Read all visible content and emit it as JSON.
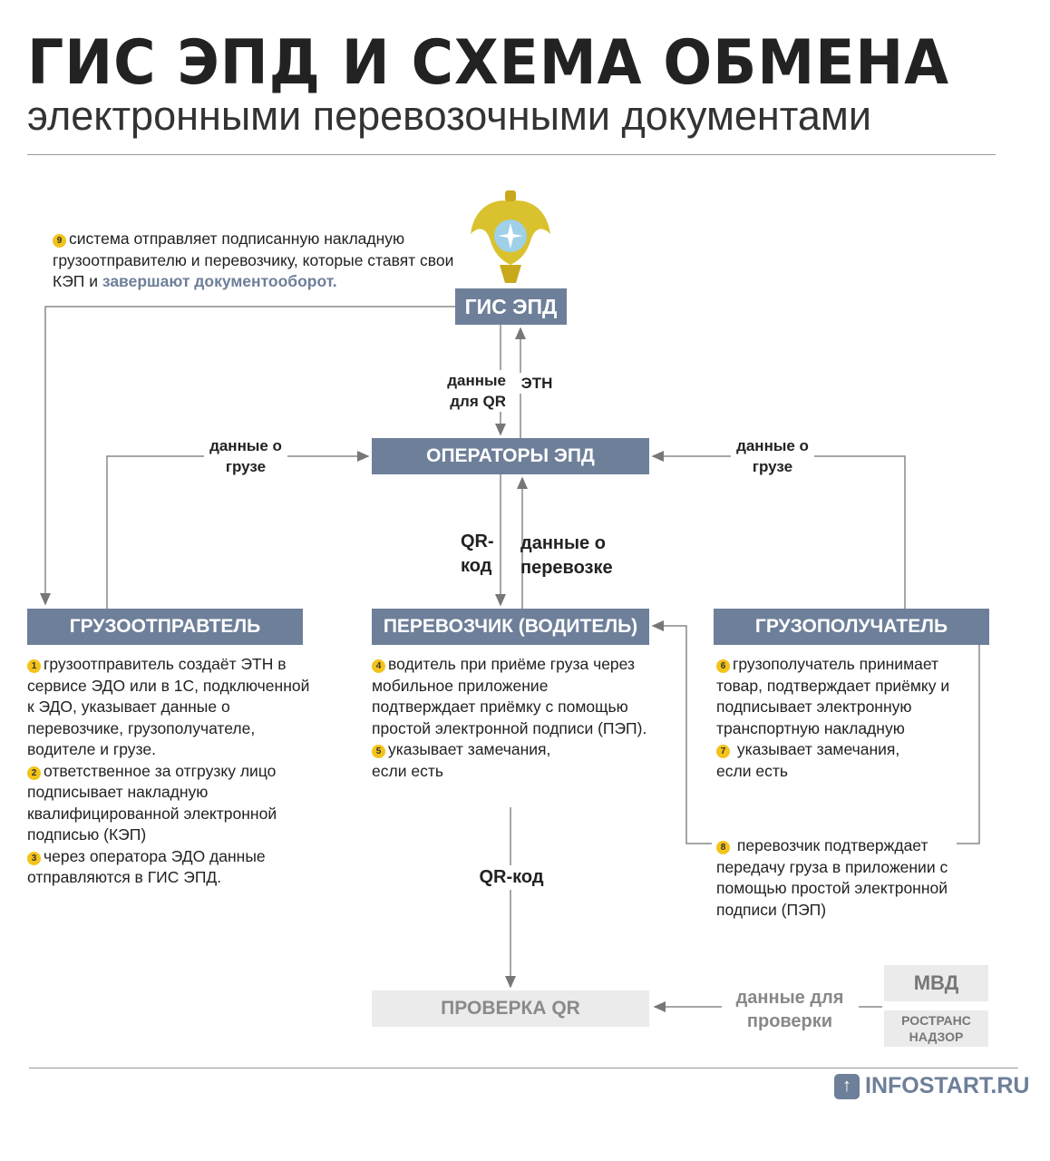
{
  "header": {
    "title": "ГИС ЭПД И СХЕМА ОБМЕНА",
    "subtitle": "электронными перевозочными документами"
  },
  "boxes": {
    "gis": "ГИС ЭПД",
    "operators": "ОПЕРАТОРЫ ЭПД",
    "shipper": "ГРУЗООТПРАВТЕЛЬ",
    "carrier": "ПЕРЕВОЗЧИК (ВОДИТЕЛЬ)",
    "recipient": "ГРУЗОПОЛУЧАТЕЛЬ",
    "check": "ПРОВЕРКА QR",
    "mvd": "МВД",
    "rostrans": "РОСТРАНС НАДЗОР"
  },
  "labels": {
    "data_for_qr": "данные для QR",
    "etn": "ЭТН",
    "cargo_left": "данные о грузе",
    "cargo_right": "данные о грузе",
    "qr_code": "QR- код",
    "transport_data": "данные о перевозке",
    "qr_code_bottom": "QR-код",
    "check_data": "данные для проверки"
  },
  "notes": {
    "n9": {
      "num": "9",
      "text": "система отправляет подписанную накладную грузоотправителю и перевозчику, которые ставят свои КЭП и ",
      "accent": "завершают документооборот."
    },
    "n1": {
      "num": "1",
      "text": "грузоотправитель создаёт ЭТН в сервисе ЭДО или в 1С, подключенной к ЭДО, указывает данные о перевозчике, грузополучателе, водителе и грузе."
    },
    "n2": {
      "num": "2",
      "text": "ответственное за отгрузку лицо подписывает накладную квалифицированной электронной подписью (КЭП)"
    },
    "n3": {
      "num": "3",
      "text": "через оператора ЭДО данные отправляются в ГИС ЭПД."
    },
    "n4": {
      "num": "4",
      "text": "водитель при приёме груза через мобильное приложение подтверждает приёмку с помощью простой электронной подписи (ПЭП)."
    },
    "n5": {
      "num": "5",
      "text": "указывает замечания, если есть"
    },
    "n6": {
      "num": "6",
      "text": "грузополучатель принимает товар, подтверждает приёмку и подписывает электронную транспортную накладную"
    },
    "n7": {
      "num": "7",
      "text": "указывает замечания, если есть"
    },
    "n8": {
      "num": "8",
      "text": "перевозчик подтверждает передачу груза в приложении с помощью простой электронной подписи (ПЭП)"
    }
  },
  "footer": {
    "brand": "INFOSTART.RU"
  },
  "colors": {
    "box": "#6e7f99",
    "badge": "#f3c319",
    "light": "#ebebeb"
  }
}
